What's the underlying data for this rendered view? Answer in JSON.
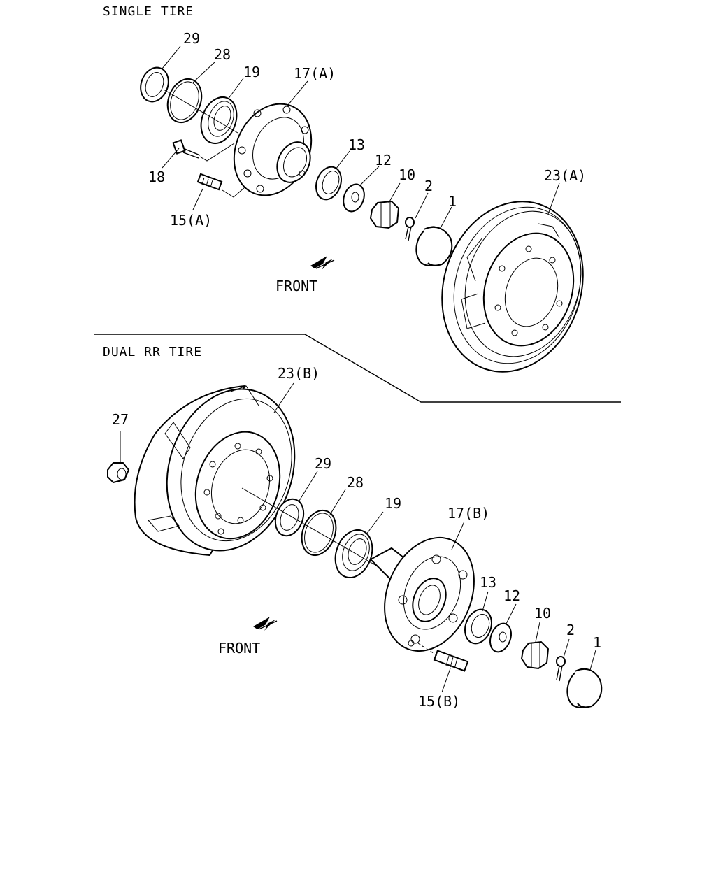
{
  "sections": {
    "single": "SINGLE TIRE",
    "dual": "DUAL RR TIRE"
  },
  "front_labels": {
    "single": "FRONT",
    "dual": "FRONT"
  },
  "callouts_single": {
    "p29": "29",
    "p28": "28",
    "p19": "19",
    "p17a": "17(A)",
    "p18": "18",
    "p15a": "15(A)",
    "p13": "13",
    "p12": "12",
    "p10": "10",
    "p2": "2",
    "p1": "1",
    "p23a": "23(A)"
  },
  "callouts_dual": {
    "p23b": "23(B)",
    "p27": "27",
    "p29": "29",
    "p28": "28",
    "p19": "19",
    "p17b": "17(B)",
    "p13": "13",
    "p12": "12",
    "p10": "10",
    "p2": "2",
    "p1": "1",
    "p15b": "15(B)"
  }
}
